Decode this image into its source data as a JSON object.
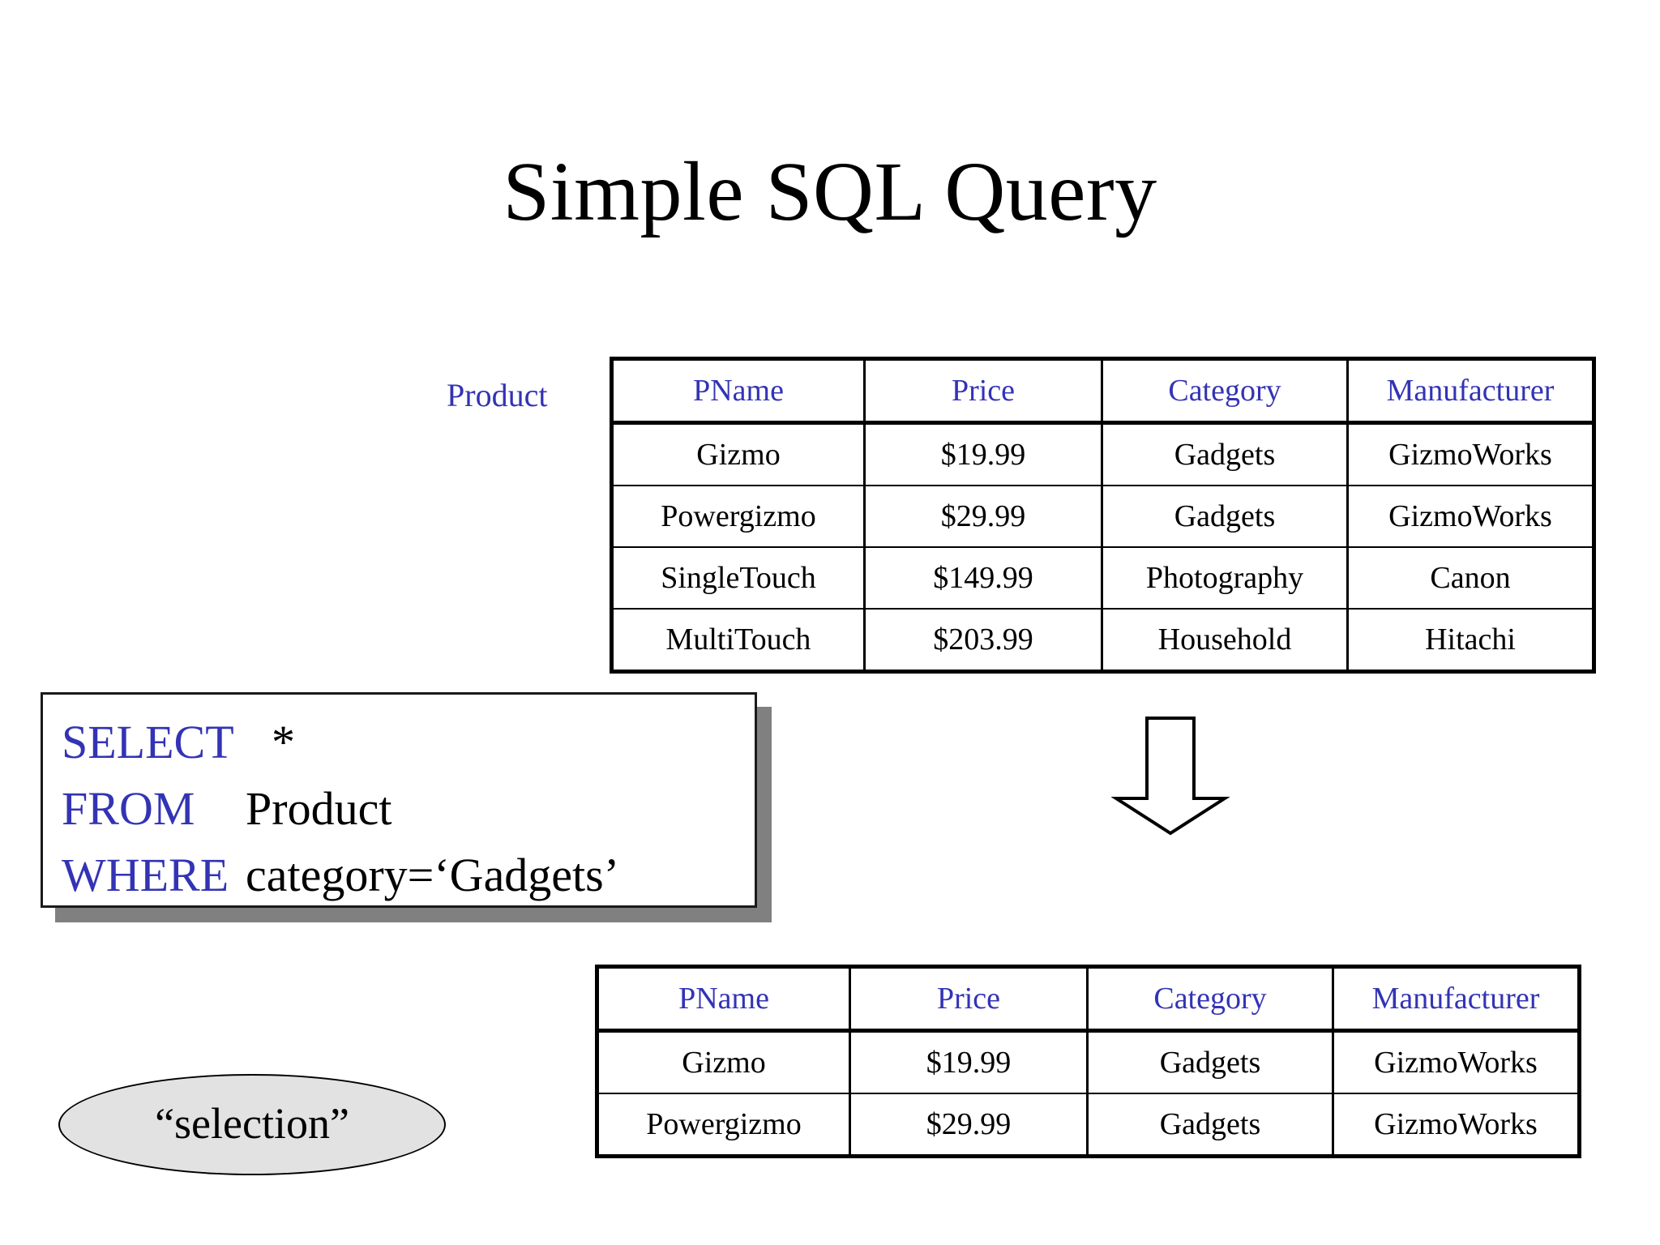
{
  "slide": {
    "title": "Simple SQL Query"
  },
  "colors": {
    "keyword_blue": "#3333b5",
    "text_black": "#000000",
    "shadow_gray": "#808080",
    "ellipse_fill": "#e2e2e2",
    "background": "#ffffff"
  },
  "product_table": {
    "label": "Product",
    "columns": [
      "PName",
      "Price",
      "Category",
      "Manufacturer"
    ],
    "rows": [
      [
        "Gizmo",
        "$19.99",
        "Gadgets",
        "GizmoWorks"
      ],
      [
        "Powergizmo",
        "$29.99",
        "Gadgets",
        "GizmoWorks"
      ],
      [
        "SingleTouch",
        "$149.99",
        "Photography",
        "Canon"
      ],
      [
        "MultiTouch",
        "$203.99",
        "Household",
        "Hitachi"
      ]
    ]
  },
  "query_box": {
    "lines": [
      {
        "keyword": "SELECT",
        "value": "*"
      },
      {
        "keyword": "FROM",
        "value": "Product"
      },
      {
        "keyword": "WHERE",
        "value": "category=‘Gadgets’"
      }
    ]
  },
  "arrow": {
    "icon": "down-arrow-icon",
    "direction": "down"
  },
  "result_table": {
    "columns": [
      "PName",
      "Price",
      "Category",
      "Manufacturer"
    ],
    "rows": [
      [
        "Gizmo",
        "$19.99",
        "Gadgets",
        "GizmoWorks"
      ],
      [
        "Powergizmo",
        "$29.99",
        "Gadgets",
        "GizmoWorks"
      ]
    ]
  },
  "annotation": {
    "label": "“selection”"
  }
}
